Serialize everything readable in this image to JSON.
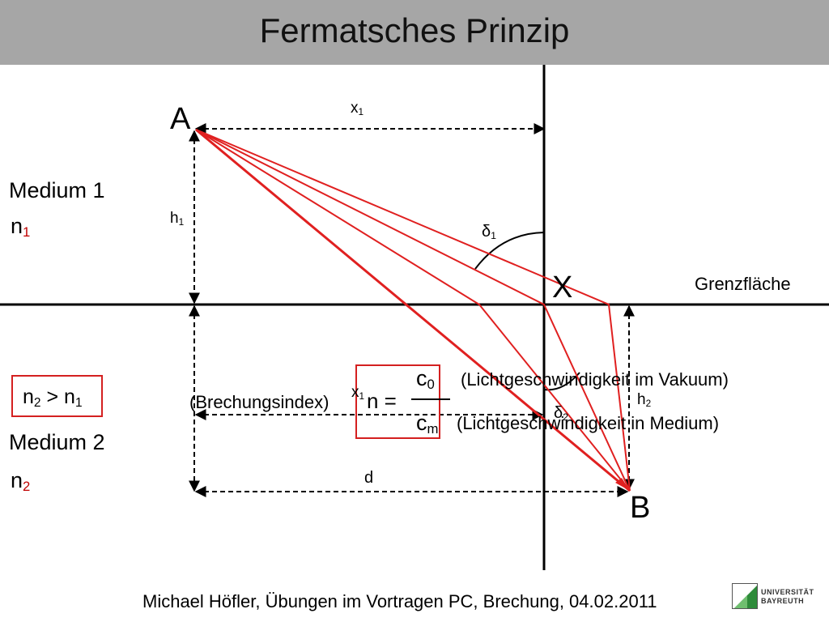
{
  "title": "Fermatsches Prinzip",
  "points": {
    "a": "A",
    "b": "B",
    "x": "X"
  },
  "labels": {
    "x1_top": "x",
    "x1_top_sub": "1",
    "x1_mid": "x",
    "x1_mid_sub": "1",
    "h1": "h",
    "h1_sub": "1",
    "h2": "h",
    "h2_sub": "2",
    "delta1": "δ",
    "delta1_sub": "1",
    "delta2": "δ",
    "delta2_sub": "2",
    "d": "d",
    "interface": "Grenzfläche"
  },
  "media": {
    "medium1": "Medium 1",
    "n1": "n",
    "n1_sub": "1",
    "medium2": "Medium 2",
    "n2": "n",
    "n2_sub": "2",
    "condition_n2": "n",
    "condition_n2_sub": "2",
    "condition_op": " > ",
    "condition_n1": "n",
    "condition_n1_sub": "1"
  },
  "formula": {
    "name": "(Brechungsindex)",
    "lhs": "n =",
    "numerator": "c",
    "numerator_sub": "0",
    "denominator": "c",
    "denominator_sub": "m",
    "numerator_note": "(Lichtgeschwindigkeit im Vakuum)",
    "denominator_note": "(Lichtgeschwindigkeit in Medium)"
  },
  "footer": "Michael Höfler, Übungen im Vortragen PC, Brechung, 04.02.2011",
  "logo": {
    "line1": "UNIVERSITÄT",
    "line2": "BAYREUTH"
  },
  "colors": {
    "ray": "#e02020",
    "title_bar": "#a6a6a6",
    "box": "#d42020"
  }
}
